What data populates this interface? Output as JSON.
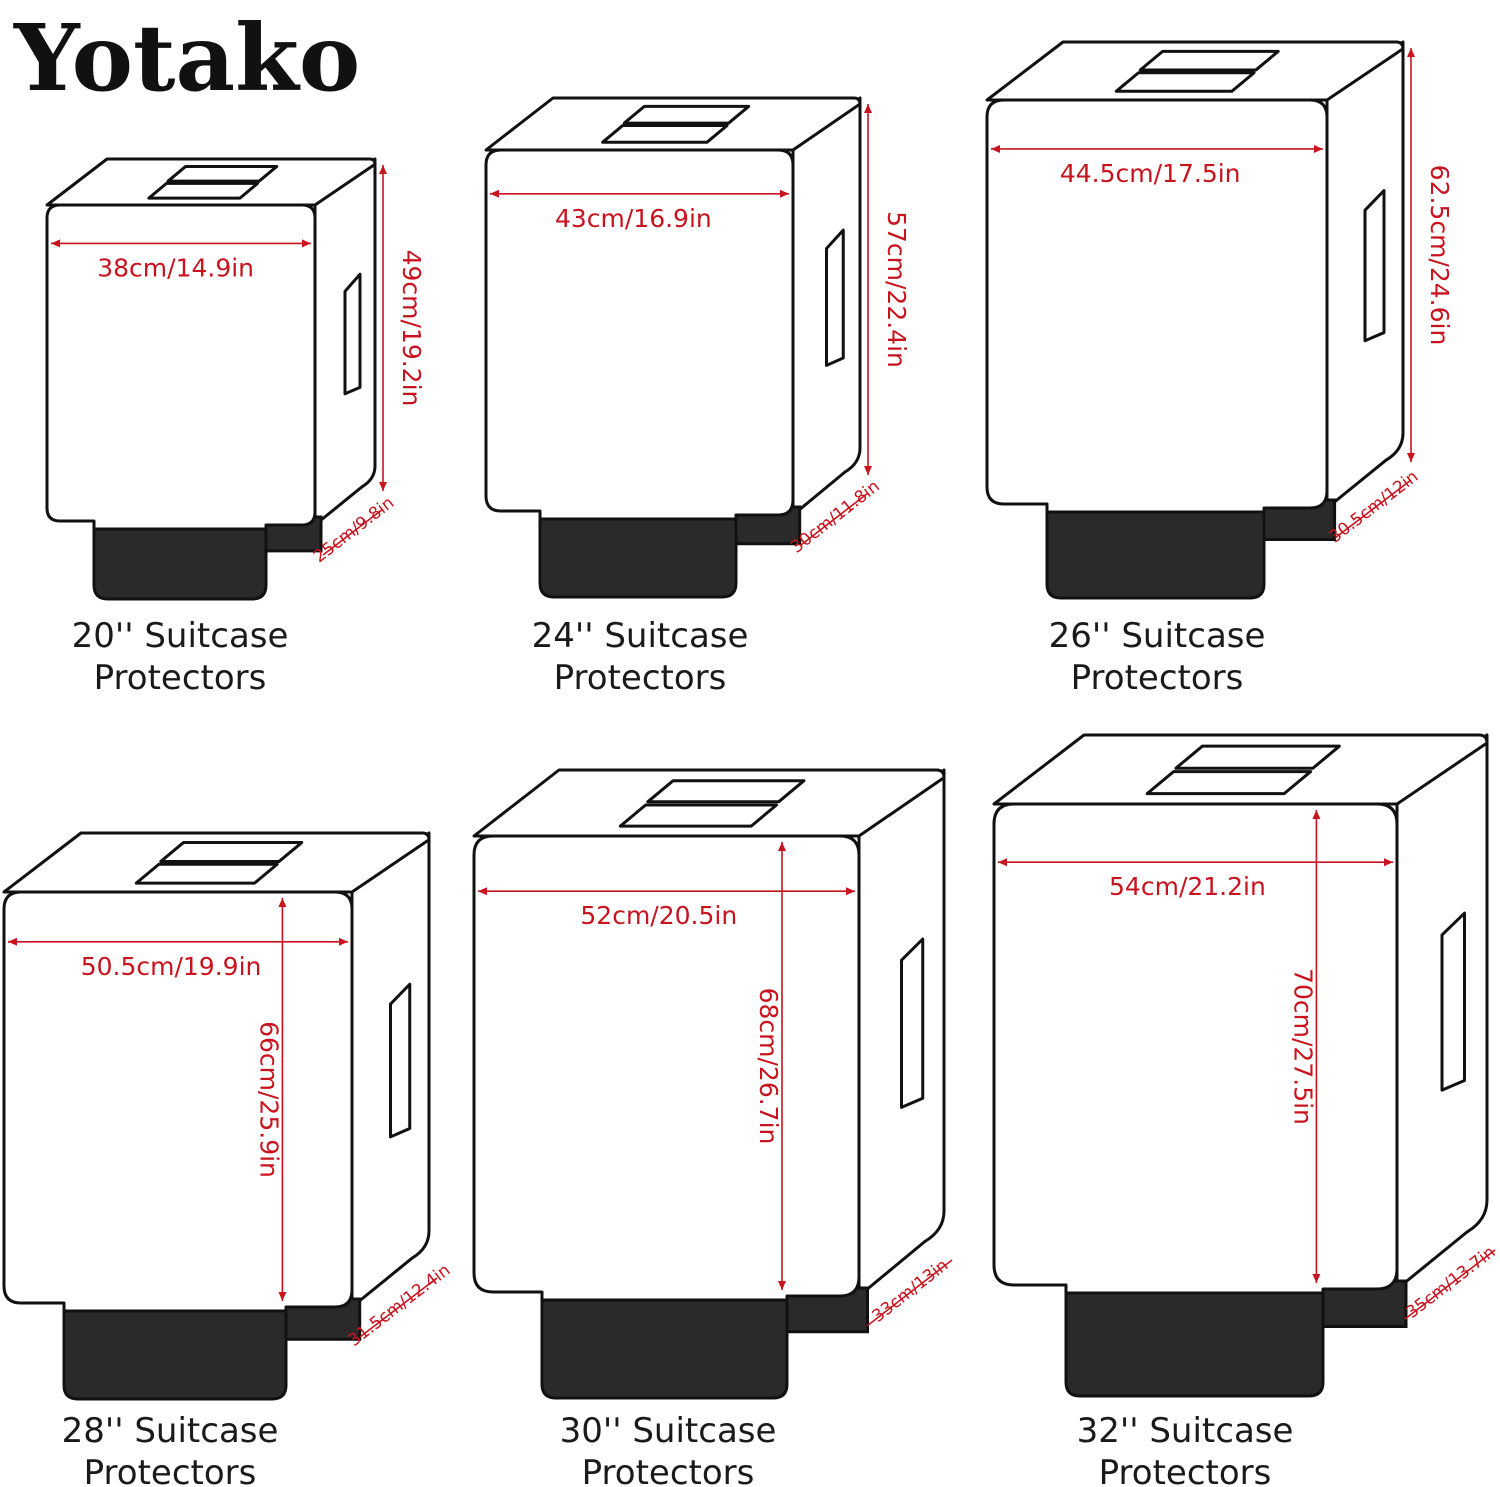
{
  "brand": {
    "logo_text": "Yotako"
  },
  "colors": {
    "dimension": "#c8141e",
    "outline": "#111111",
    "wheel_base": "#2a2a2a"
  },
  "protectors": [
    {
      "title": "20'' Suitcase",
      "subtitle": "Protectors",
      "width": "38cm/14.9in",
      "height": "49cm/19.2in",
      "depth": "25cm/9.8in"
    },
    {
      "title": "24'' Suitcase",
      "subtitle": "Protectors",
      "width": "43cm/16.9in",
      "height": "57cm/22.4in",
      "depth": "30cm/11.8in"
    },
    {
      "title": "26'' Suitcase",
      "subtitle": "Protectors",
      "width": "44.5cm/17.5in",
      "height": "62.5cm/24.6in",
      "depth": "30.5cm/12in"
    },
    {
      "title": "28'' Suitcase",
      "subtitle": "Protectors",
      "width": "50.5cm/19.9in",
      "height": "66cm/25.9in",
      "depth": "31.5cm/12.4in"
    },
    {
      "title": "30'' Suitcase",
      "subtitle": "Protectors",
      "width": "52cm/20.5in",
      "height": "68cm/26.7in",
      "depth": "33cm/13in"
    },
    {
      "title": "32'' Suitcase",
      "subtitle": "Protectors",
      "width": "54cm/21.2in",
      "height": "70cm/27.5in",
      "depth": "35cm/13.7in"
    }
  ]
}
